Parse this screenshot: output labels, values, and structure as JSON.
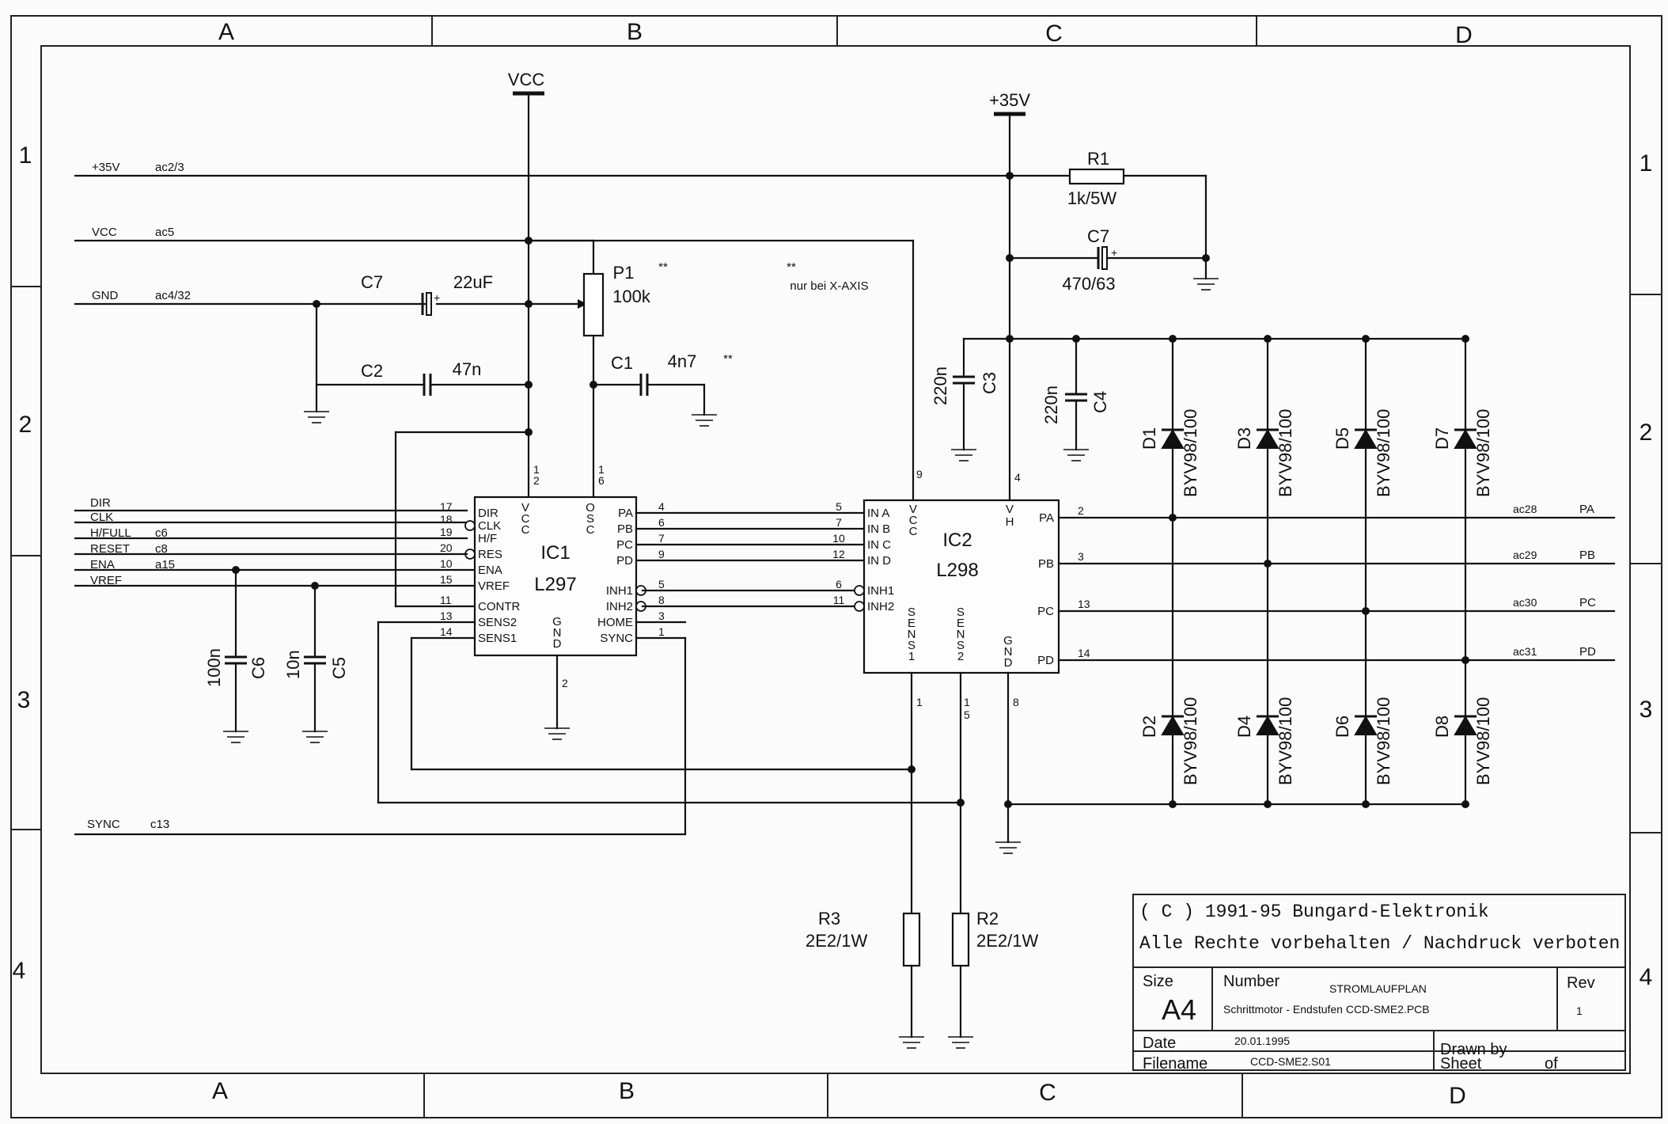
{
  "frame": {
    "columns": [
      "A",
      "B",
      "C",
      "D"
    ],
    "rows": [
      "1",
      "2",
      "3",
      "4"
    ]
  },
  "rails": {
    "vcc": "VCC",
    "p35v": "+35V"
  },
  "connector": {
    "p35v": {
      "name": "+35V",
      "pin": "ac2/3"
    },
    "vcc": {
      "name": "VCC",
      "pin": "ac5"
    },
    "gnd": {
      "name": "GND",
      "pin": "ac4/32"
    },
    "dir": {
      "name": "DIR"
    },
    "clk": {
      "name": "CLK"
    },
    "hfull": {
      "name": "H/FULL",
      "pin": "c6"
    },
    "reset": {
      "name": "RESET",
      "pin": "c8"
    },
    "ena": {
      "name": "ENA",
      "pin": "a15"
    },
    "vref": {
      "name": "VREF"
    },
    "sync": {
      "name": "SYNC",
      "pin": "c13"
    }
  },
  "components": {
    "c7_left": {
      "ref": "C7",
      "value": "22uF"
    },
    "c2": {
      "ref": "C2",
      "value": "47n"
    },
    "p1": {
      "ref": "P1",
      "value": "100k"
    },
    "c1": {
      "ref": "C1",
      "value": "4n7"
    },
    "c6": {
      "ref": "C6",
      "value": "100n"
    },
    "c5": {
      "ref": "C5",
      "value": "10n"
    },
    "r1": {
      "ref": "R1",
      "value": "1k/5W"
    },
    "c7_right": {
      "ref": "C7",
      "value": "470/63"
    },
    "c3": {
      "ref": "C3",
      "value": "220n"
    },
    "c4": {
      "ref": "C4",
      "value": "220n"
    },
    "r3": {
      "ref": "R3",
      "value": "2E2/1W"
    },
    "r2": {
      "ref": "R2",
      "value": "2E2/1W"
    },
    "diode_part": "BYV98/100",
    "diodes": [
      "D1",
      "D2",
      "D3",
      "D4",
      "D5",
      "D6",
      "D7",
      "D8"
    ]
  },
  "notes": {
    "star": "**",
    "x_axis": "nur bei X-AXIS"
  },
  "ic1": {
    "ref": "IC1",
    "part": "L297",
    "left_pins": [
      {
        "num": "17",
        "name": "DIR"
      },
      {
        "num": "18",
        "name": "CLK"
      },
      {
        "num": "19",
        "name": "H/F"
      },
      {
        "num": "20",
        "name": "RES"
      },
      {
        "num": "10",
        "name": "ENA"
      },
      {
        "num": "15",
        "name": "VREF"
      },
      {
        "num": "11",
        "name": "CONTR"
      },
      {
        "num": "13",
        "name": "SENS2"
      },
      {
        "num": "14",
        "name": "SENS1"
      }
    ],
    "right_pins": [
      {
        "num": "4",
        "name": "PA"
      },
      {
        "num": "6",
        "name": "PB"
      },
      {
        "num": "7",
        "name": "PC"
      },
      {
        "num": "9",
        "name": "PD"
      },
      {
        "num": "5",
        "name": "INH1"
      },
      {
        "num": "8",
        "name": "INH2"
      },
      {
        "num": "3",
        "name": "HOME"
      },
      {
        "num": "1",
        "name": "SYNC"
      }
    ],
    "vcc_pin": "12",
    "osc_pin": "16",
    "gnd_pin": "2"
  },
  "ic2": {
    "ref": "IC2",
    "part": "L298",
    "left_pins": [
      {
        "num": "5",
        "name": "IN A"
      },
      {
        "num": "7",
        "name": "IN B"
      },
      {
        "num": "10",
        "name": "IN C"
      },
      {
        "num": "12",
        "name": "IN D"
      },
      {
        "num": "6",
        "name": "INH1"
      },
      {
        "num": "11",
        "name": "INH2"
      }
    ],
    "right_pins": [
      {
        "num": "2",
        "name": "PA"
      },
      {
        "num": "3",
        "name": "PB"
      },
      {
        "num": "13",
        "name": "PC"
      },
      {
        "num": "14",
        "name": "PD"
      }
    ],
    "vcc_pin": "9",
    "vh_pin": "4",
    "sens1_pin": "1",
    "sens2_pin": "15",
    "gnd_pin": "8"
  },
  "outputs": [
    {
      "pin": "ac28",
      "name": "PA"
    },
    {
      "pin": "ac29",
      "name": "PB"
    },
    {
      "pin": "ac30",
      "name": "PC"
    },
    {
      "pin": "ac31",
      "name": "PD"
    }
  ],
  "title_block": {
    "copyright": "( C ) 1991-95 Bungard-Elektronik",
    "rights": "Alle Rechte vorbehalten / Nachdruck verboten",
    "size_label": "Size",
    "size": "A4",
    "number_label": "Number",
    "title": "STROMLAUFPLAN",
    "subtitle": "Schrittmotor - Endstufen CCD-SME2.PCB",
    "rev_label": "Rev",
    "rev": "1",
    "date_label": "Date",
    "date": "20.01.1995",
    "drawn_by_label": "Drawn by",
    "filename_label": "Filename",
    "filename": "CCD-SME2.S01",
    "sheet_label": "Sheet",
    "of_label": "of"
  }
}
